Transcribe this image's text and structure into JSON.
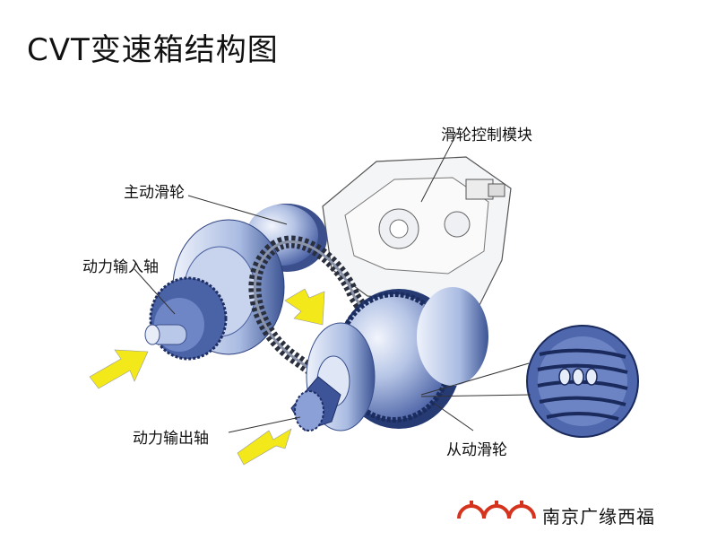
{
  "title": "CVT变速箱结构图",
  "labels": {
    "pulley_control": "滑轮控制模块",
    "drive_pulley": "主动滑轮",
    "input_shaft": "动力输入轴",
    "output_shaft": "动力输出轴",
    "driven_pulley": "从动滑轮"
  },
  "brand": "南京广缘西福",
  "colors": {
    "metal_blue": "#9fb3dc",
    "dark_blue": "#2b3f7a",
    "arrow_yellow": "#f2e81a",
    "logo_red": "#d6331e"
  }
}
